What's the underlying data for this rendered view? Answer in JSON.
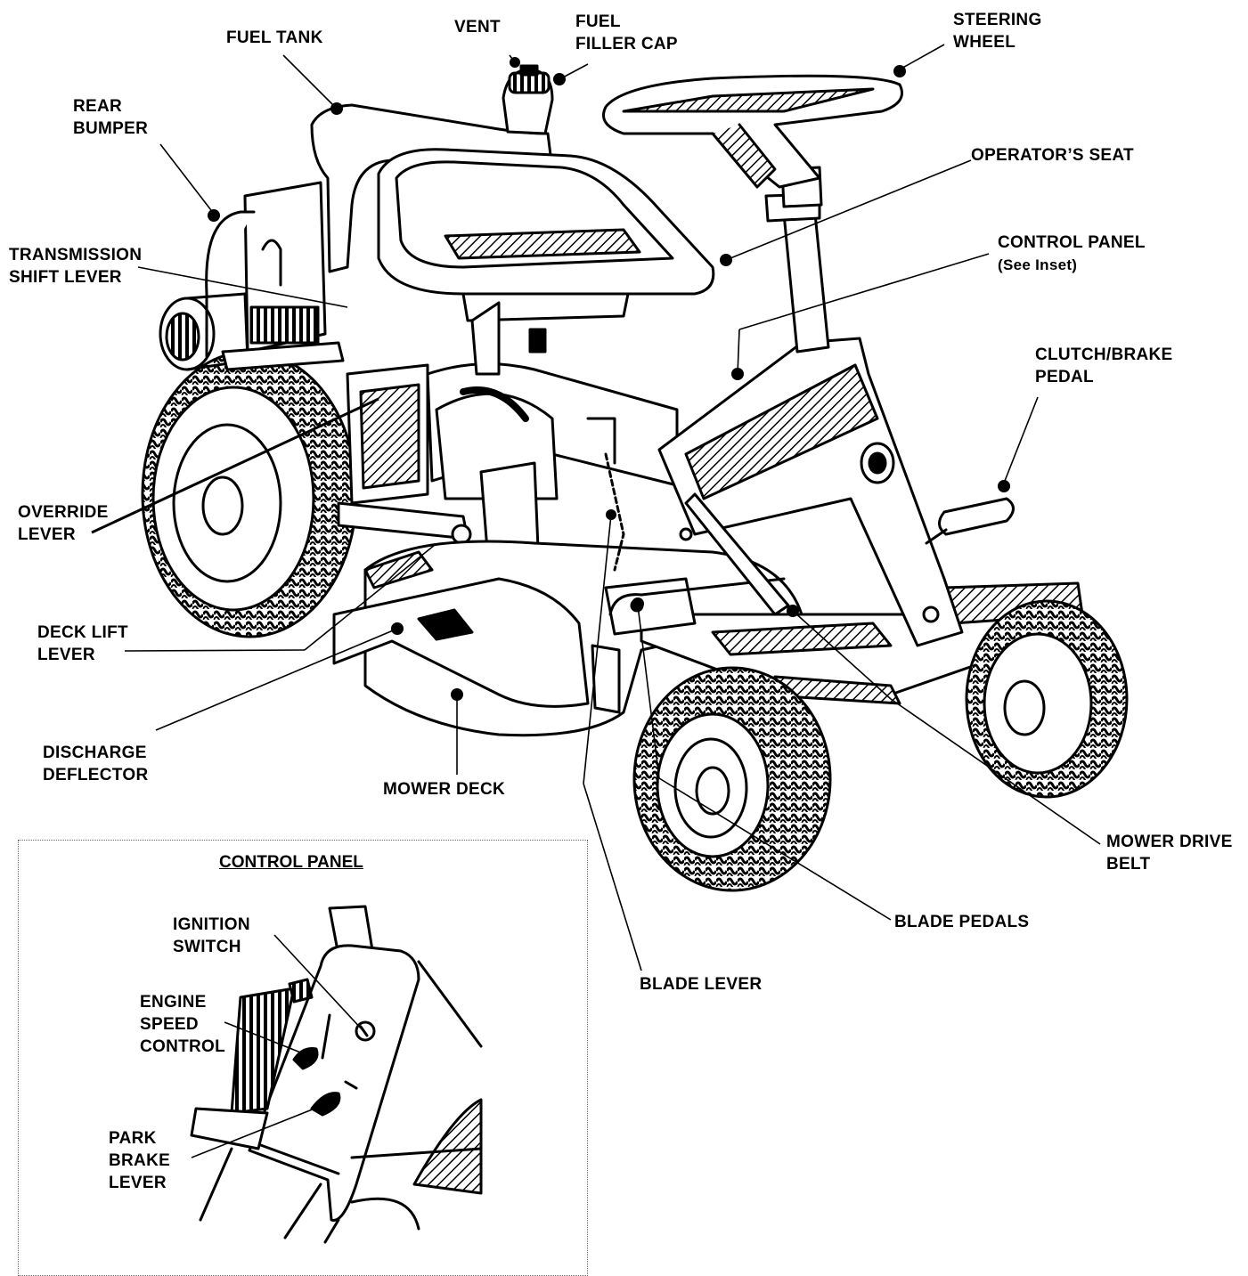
{
  "labels": {
    "fuel_tank": [
      "FUEL TANK"
    ],
    "vent": [
      "VENT"
    ],
    "fuel_filler_cap": [
      "FUEL",
      "FILLER CAP"
    ],
    "steering_wheel": [
      "STEERING",
      "WHEEL"
    ],
    "rear_bumper": [
      "REAR",
      "BUMPER"
    ],
    "operators_seat": [
      "OPERATOR’S SEAT"
    ],
    "transmission_shift_lever": [
      "TRANSMISSION",
      "SHIFT LEVER"
    ],
    "control_panel": [
      "CONTROL PANEL",
      "(See Inset)"
    ],
    "clutch_brake_pedal": [
      "CLUTCH/BRAKE",
      "PEDAL"
    ],
    "override_lever": [
      "OVERRIDE",
      "LEVER"
    ],
    "deck_lift_lever": [
      "DECK LIFT",
      "LEVER"
    ],
    "discharge_deflector": [
      "DISCHARGE",
      "DEFLECTOR"
    ],
    "mower_deck": [
      "MOWER DECK"
    ],
    "mower_drive_belt": [
      "MOWER DRIVE",
      "BELT"
    ],
    "blade_pedals": [
      "BLADE PEDALS"
    ],
    "blade_lever": [
      "BLADE LEVER"
    ]
  },
  "inset": {
    "title": "CONTROL PANEL",
    "ignition_switch": [
      "IGNITION",
      "SWITCH"
    ],
    "engine_speed_control": [
      "ENGINE",
      "SPEED",
      "CONTROL"
    ],
    "park_brake_lever": [
      "PARK",
      "BRAKE",
      "LEVER"
    ]
  },
  "colors": {
    "ink": "#000000",
    "paper": "#ffffff"
  }
}
